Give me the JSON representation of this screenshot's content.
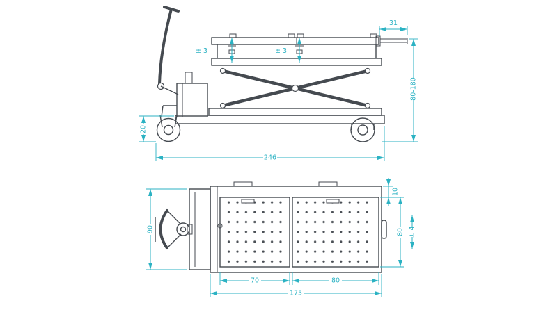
{
  "colors": {
    "drawing_line": "#454a50",
    "dimension": "#2bb2c3",
    "background": "#ffffff"
  },
  "side_view": {
    "dims": {
      "rod_length": "31",
      "left_tolerance": "± 3",
      "right_tolerance": "± 3",
      "lift_height_range": "80-180",
      "chassis_height": "20",
      "overall_length": "246"
    }
  },
  "top_view": {
    "dims": {
      "handle_width": "90",
      "edge_offset": "10",
      "platform_width": "80",
      "width_tolerance": "± 4",
      "left_panel_length": "70",
      "right_panel_length": "80",
      "platform_length": "175"
    }
  }
}
